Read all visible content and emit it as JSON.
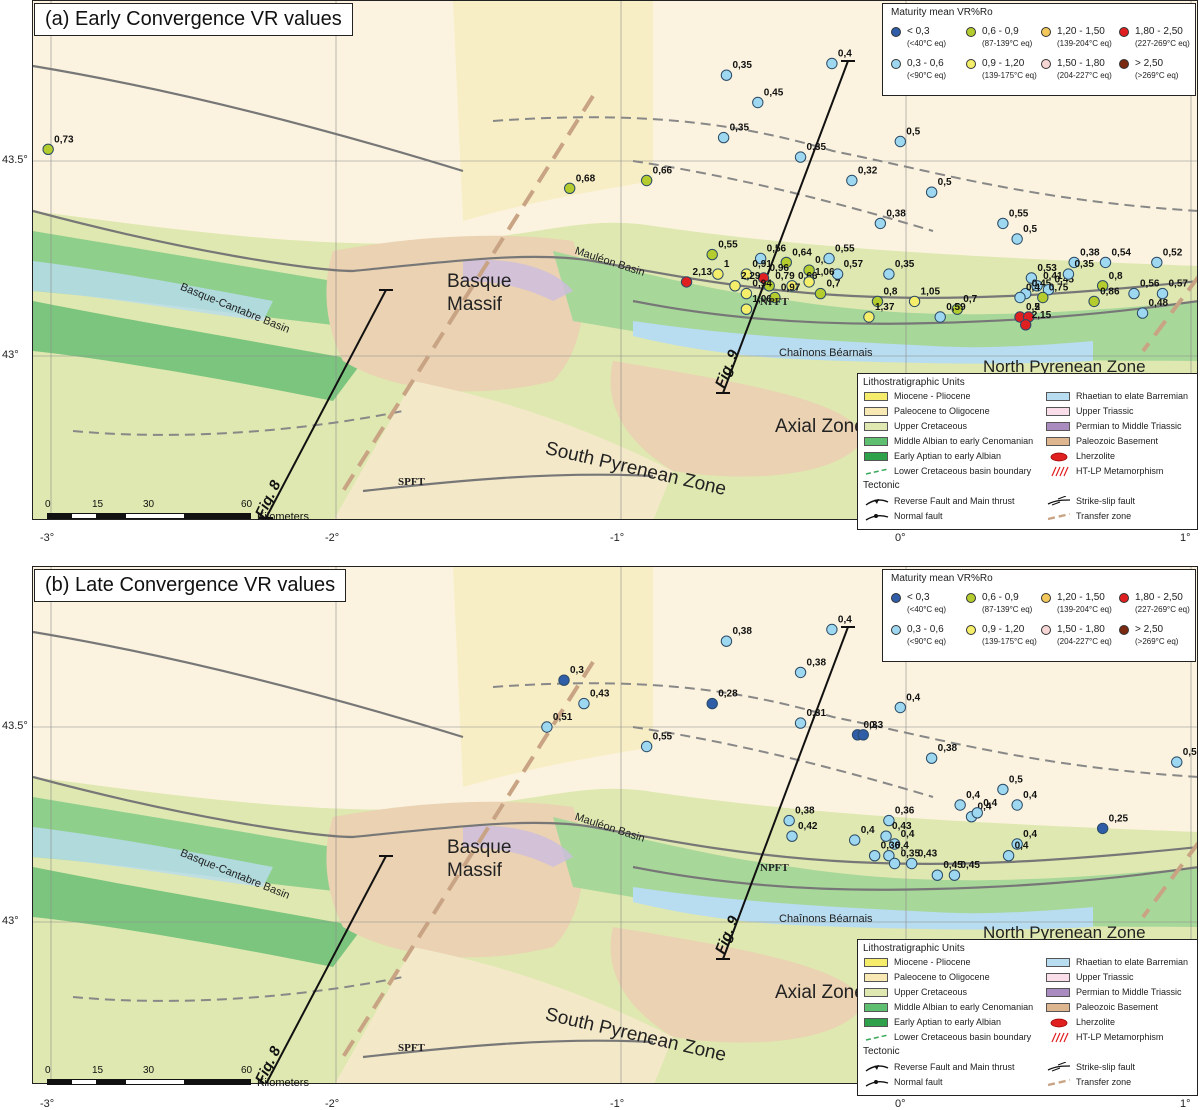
{
  "panels": [
    {
      "title": "(a) Early Convergence VR values",
      "dots": [
        {
          "v": "0,73",
          "c": "#b5cc2e",
          "lon": -3.01,
          "lat": 43.53
        },
        {
          "v": "0,35",
          "c": "#9ed8f0",
          "lon": -0.63,
          "lat": 43.72
        },
        {
          "v": "0,45",
          "c": "#9ed8f0",
          "lon": -0.52,
          "lat": 43.65
        },
        {
          "v": "0,4",
          "c": "#9ed8f0",
          "lon": -0.26,
          "lat": 43.75
        },
        {
          "v": "0,35",
          "c": "#9ed8f0",
          "lon": -0.64,
          "lat": 43.56
        },
        {
          "v": "0,35",
          "c": "#9ed8f0",
          "lon": -0.37,
          "lat": 43.51
        },
        {
          "v": "0,5",
          "c": "#9ed8f0",
          "lon": -0.02,
          "lat": 43.55
        },
        {
          "v": "0,66",
          "c": "#b5cc2e",
          "lon": -0.91,
          "lat": 43.45
        },
        {
          "v": "0,68",
          "c": "#b5cc2e",
          "lon": -1.18,
          "lat": 43.43
        },
        {
          "v": "0,32",
          "c": "#9ed8f0",
          "lon": -0.19,
          "lat": 43.45
        },
        {
          "v": "0,5",
          "c": "#9ed8f0",
          "lon": 0.09,
          "lat": 43.42
        },
        {
          "v": "0,38",
          "c": "#9ed8f0",
          "lon": -0.09,
          "lat": 43.34
        },
        {
          "v": "0,55",
          "c": "#9ed8f0",
          "lon": 0.34,
          "lat": 43.34
        },
        {
          "v": "0,5",
          "c": "#9ed8f0",
          "lon": 0.39,
          "lat": 43.3
        },
        {
          "v": "0,55",
          "c": "#b5cc2e",
          "lon": -0.68,
          "lat": 43.26
        },
        {
          "v": "0,56",
          "c": "#9ed8f0",
          "lon": -0.51,
          "lat": 43.25
        },
        {
          "v": "0,64",
          "c": "#b5cc2e",
          "lon": -0.42,
          "lat": 43.24
        },
        {
          "v": "0,5",
          "c": "#b5cc2e",
          "lon": -0.34,
          "lat": 43.22
        },
        {
          "v": "0,55",
          "c": "#9ed8f0",
          "lon": -0.27,
          "lat": 43.25
        },
        {
          "v": "0,57",
          "c": "#9ed8f0",
          "lon": -0.24,
          "lat": 43.21
        },
        {
          "v": "0,35",
          "c": "#9ed8f0",
          "lon": -0.06,
          "lat": 43.21
        },
        {
          "v": "2,13",
          "c": "#e02020",
          "lon": -0.77,
          "lat": 43.19
        },
        {
          "v": "1",
          "c": "#f5ee6a",
          "lon": -0.66,
          "lat": 43.21
        },
        {
          "v": "0,91",
          "c": "#f5ee6a",
          "lon": -0.56,
          "lat": 43.21
        },
        {
          "v": "0,96",
          "c": "#e02020",
          "lon": -0.5,
          "lat": 43.2
        },
        {
          "v": "2,29",
          "c": "#f5ee6a",
          "lon": -0.6,
          "lat": 43.18
        },
        {
          "v": "0,79",
          "c": "#b5cc2e",
          "lon": -0.48,
          "lat": 43.18
        },
        {
          "v": "0,66",
          "c": "#f5ee6a",
          "lon": -0.4,
          "lat": 43.18
        },
        {
          "v": "1,06",
          "c": "#f5ee6a",
          "lon": -0.34,
          "lat": 43.19
        },
        {
          "v": "0,94",
          "c": "#f5ee6a",
          "lon": -0.56,
          "lat": 43.16
        },
        {
          "v": "0,97",
          "c": "#b5cc2e",
          "lon": -0.46,
          "lat": 43.15
        },
        {
          "v": "0,7",
          "c": "#b5cc2e",
          "lon": -0.3,
          "lat": 43.16
        },
        {
          "v": "1,06",
          "c": "#f5ee6a",
          "lon": -0.56,
          "lat": 43.12
        },
        {
          "v": "0,8",
          "c": "#b5cc2e",
          "lon": -0.1,
          "lat": 43.14
        },
        {
          "v": "1,05",
          "c": "#f5ee6a",
          "lon": 0.03,
          "lat": 43.14
        },
        {
          "v": "1,37",
          "c": "#f5ee6a",
          "lon": -0.13,
          "lat": 43.1
        },
        {
          "v": "0,7",
          "c": "#b5cc2e",
          "lon": 0.18,
          "lat": 43.12
        },
        {
          "v": "0,59",
          "c": "#9ed8f0",
          "lon": 0.12,
          "lat": 43.1
        },
        {
          "v": "0,53",
          "c": "#9ed8f0",
          "lon": 0.44,
          "lat": 43.2
        },
        {
          "v": "0,41",
          "c": "#9ed8f0",
          "lon": 0.46,
          "lat": 43.18
        },
        {
          "v": "0,45",
          "c": "#9ed8f0",
          "lon": 0.42,
          "lat": 43.16
        },
        {
          "v": "0,4",
          "c": "#9ed8f0",
          "lon": 0.4,
          "lat": 43.15
        },
        {
          "v": "0,45",
          "c": "#9ed8f0",
          "lon": 0.5,
          "lat": 43.17
        },
        {
          "v": "0,5",
          "c": "#e02020",
          "lon": 0.4,
          "lat": 43.1
        },
        {
          "v": "0,75",
          "c": "#b5cc2e",
          "lon": 0.48,
          "lat": 43.15
        },
        {
          "v": "2",
          "c": "#e02020",
          "lon": 0.43,
          "lat": 43.1
        },
        {
          "v": "2,15",
          "c": "#e02020",
          "lon": 0.42,
          "lat": 43.08
        },
        {
          "v": "0,38",
          "c": "#9ed8f0",
          "lon": 0.59,
          "lat": 43.24
        },
        {
          "v": "0,54",
          "c": "#9ed8f0",
          "lon": 0.7,
          "lat": 43.24
        },
        {
          "v": "0,35",
          "c": "#9ed8f0",
          "lon": 0.57,
          "lat": 43.21
        },
        {
          "v": "0,8",
          "c": "#b5cc2e",
          "lon": 0.69,
          "lat": 43.18
        },
        {
          "v": "0,86",
          "c": "#b5cc2e",
          "lon": 0.66,
          "lat": 43.14
        },
        {
          "v": "0,56",
          "c": "#9ed8f0",
          "lon": 0.8,
          "lat": 43.16
        },
        {
          "v": "0,52",
          "c": "#9ed8f0",
          "lon": 0.88,
          "lat": 43.24
        },
        {
          "v": "0,57",
          "c": "#9ed8f0",
          "lon": 0.9,
          "lat": 43.16
        },
        {
          "v": "0,48",
          "c": "#9ed8f0",
          "lon": 0.83,
          "lat": 43.11
        }
      ]
    },
    {
      "title": "(b) Late Convergence VR values",
      "dots": [
        {
          "v": "0,38",
          "c": "#9ed8f0",
          "lon": -0.63,
          "lat": 43.72
        },
        {
          "v": "0,4",
          "c": "#9ed8f0",
          "lon": -0.26,
          "lat": 43.75
        },
        {
          "v": "0,38",
          "c": "#9ed8f0",
          "lon": -0.37,
          "lat": 43.64
        },
        {
          "v": "0,3",
          "c": "#2f5da8",
          "lon": -1.2,
          "lat": 43.62
        },
        {
          "v": "0,43",
          "c": "#9ed8f0",
          "lon": -1.13,
          "lat": 43.56
        },
        {
          "v": "0,28",
          "c": "#2f5da8",
          "lon": -0.68,
          "lat": 43.56
        },
        {
          "v": "0,51",
          "c": "#9ed8f0",
          "lon": -1.26,
          "lat": 43.5
        },
        {
          "v": "0,55",
          "c": "#9ed8f0",
          "lon": -0.91,
          "lat": 43.45
        },
        {
          "v": "0,31",
          "c": "#9ed8f0",
          "lon": -0.37,
          "lat": 43.51
        },
        {
          "v": "0,3",
          "c": "#2f5da8",
          "lon": -0.17,
          "lat": 43.48
        },
        {
          "v": "0,3",
          "c": "#2f5da8",
          "lon": -0.15,
          "lat": 43.48
        },
        {
          "v": "0,4",
          "c": "#9ed8f0",
          "lon": -0.02,
          "lat": 43.55
        },
        {
          "v": "0,38",
          "c": "#9ed8f0",
          "lon": 0.09,
          "lat": 43.42
        },
        {
          "v": "0,5",
          "c": "#9ed8f0",
          "lon": 0.95,
          "lat": 43.41
        },
        {
          "v": "0,5",
          "c": "#9ed8f0",
          "lon": 0.34,
          "lat": 43.34
        },
        {
          "v": "0,4",
          "c": "#9ed8f0",
          "lon": 0.39,
          "lat": 43.3
        },
        {
          "v": "0,4",
          "c": "#9ed8f0",
          "lon": 0.19,
          "lat": 43.3
        },
        {
          "v": "0,4",
          "c": "#9ed8f0",
          "lon": 0.23,
          "lat": 43.27
        },
        {
          "v": "0,4",
          "c": "#9ed8f0",
          "lon": 0.25,
          "lat": 43.28
        },
        {
          "v": "0,36",
          "c": "#9ed8f0",
          "lon": -0.06,
          "lat": 43.26
        },
        {
          "v": "0,38",
          "c": "#9ed8f0",
          "lon": -0.41,
          "lat": 43.26
        },
        {
          "v": "0,42",
          "c": "#9ed8f0",
          "lon": -0.4,
          "lat": 43.22
        },
        {
          "v": "0,25",
          "c": "#2f5da8",
          "lon": 0.69,
          "lat": 43.24
        },
        {
          "v": "0,4",
          "c": "#9ed8f0",
          "lon": -0.18,
          "lat": 43.21
        },
        {
          "v": "0,43",
          "c": "#9ed8f0",
          "lon": -0.07,
          "lat": 43.22
        },
        {
          "v": "0,4",
          "c": "#9ed8f0",
          "lon": -0.04,
          "lat": 43.2
        },
        {
          "v": "0,36",
          "c": "#9ed8f0",
          "lon": -0.11,
          "lat": 43.17
        },
        {
          "v": "0,4",
          "c": "#9ed8f0",
          "lon": -0.06,
          "lat": 43.17
        },
        {
          "v": "0,35",
          "c": "#9ed8f0",
          "lon": -0.04,
          "lat": 43.15
        },
        {
          "v": "0,43",
          "c": "#9ed8f0",
          "lon": 0.02,
          "lat": 43.15
        },
        {
          "v": "0,45",
          "c": "#9ed8f0",
          "lon": 0.11,
          "lat": 43.12
        },
        {
          "v": "0,45",
          "c": "#9ed8f0",
          "lon": 0.17,
          "lat": 43.12
        },
        {
          "v": "0,4",
          "c": "#9ed8f0",
          "lon": 0.39,
          "lat": 43.2
        },
        {
          "v": "0,4",
          "c": "#9ed8f0",
          "lon": 0.36,
          "lat": 43.17
        }
      ]
    }
  ],
  "lon_ticks": [
    "-3°",
    "-2°",
    "-1°",
    "0°",
    "1°"
  ],
  "lat_ticks": [
    "43.5°",
    "43°"
  ],
  "labels": {
    "basque_massif_1": "Basque",
    "basque_massif_2": "Massif",
    "basque_cantabre_basin": "Basque-Cantabre Basin",
    "mauleon_basin": "Mauléon Basin",
    "chainons_bearnais": "Chaînons Béarnais",
    "north_pyrenean_zone": "North Pyrenean Zone",
    "south_pyrenean_zone": "South Pyrenean Zone",
    "axial_zone": "Axial Zone",
    "npft": "NPFT",
    "spft": "SPFT",
    "fig8": "Fig. 8",
    "fig9": "Fig. 9"
  },
  "maturity_legend": {
    "title": "Maturity mean VR%Ro",
    "items": [
      {
        "range": "< 0,3",
        "eq": "(<40°C eq)",
        "color": "#2f5da8"
      },
      {
        "range": "0,6 - 0,9",
        "eq": "(87-139°C eq)",
        "color": "#b5cc2e"
      },
      {
        "range": "1,20 - 1,50",
        "eq": "(139-204°C eq)",
        "color": "#f3c85a"
      },
      {
        "range": "1,80 - 2,50",
        "eq": "(227-269°C eq)",
        "color": "#e02020"
      },
      {
        "range": "0,3 - 0,6",
        "eq": "(<90°C eq)",
        "color": "#9ed8f0"
      },
      {
        "range": "0,9 - 1,20",
        "eq": "(139-175°C eq)",
        "color": "#f5ee6a"
      },
      {
        "range": "1,50 - 1,80",
        "eq": "(204-227°C eq)",
        "color": "#f7d6d6"
      },
      {
        "range": "> 2,50",
        "eq": "(>269°C eq)",
        "color": "#7a2a10"
      }
    ]
  },
  "litho_legend": {
    "title": "Lithostratigraphic Units",
    "tectonic_title": "Tectonic",
    "left": [
      {
        "label": "Miocene - Pliocene",
        "color": "#f6ec6c"
      },
      {
        "label": "Paleocene to Oligocene",
        "color": "#f8e8b4"
      },
      {
        "label": "Upper Cretaceous",
        "color": "#dfe8b0"
      },
      {
        "label": "Middle Albian to early Cenomanian",
        "color": "#5fbf70"
      },
      {
        "label": "Early Aptian to early Albian",
        "color": "#2ea14a"
      }
    ],
    "left_line": "Lower Cretaceous basin boundary",
    "right": [
      {
        "label": "Rhaetian to elate Barremian",
        "color": "#b8dcf0"
      },
      {
        "label": "Upper Triassic",
        "color": "#f9dde8"
      },
      {
        "label": "Permian to Middle Triassic",
        "color": "#a98bc0"
      },
      {
        "label": "Paleozoic Basement",
        "color": "#ddb58e"
      }
    ],
    "lherzolite": "Lherzolite",
    "metamorphism": "HT-LP Metamorphism",
    "tectonic_left": [
      "Reverse Fault and Main thrust",
      "Normal fault"
    ],
    "tectonic_right": [
      "Strike-slip fault",
      "Transfer zone"
    ]
  },
  "scalebar": {
    "ticks": [
      "0",
      "15",
      "30",
      "60"
    ],
    "unit": "Kilometers"
  }
}
